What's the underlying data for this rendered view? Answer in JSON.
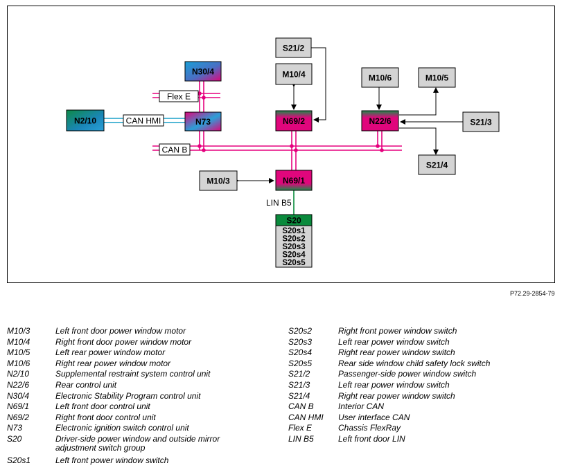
{
  "reference_code": "P72.29-2854-79",
  "colors": {
    "frame": "#000000",
    "module_fill": "#d4d4d4",
    "bus_can_b": "#e5007e",
    "bus_can_hmi": "#1aa0c8",
    "bus_lin": "#0a8a3c",
    "arrow": "#000000"
  },
  "diagram": {
    "boxes": {
      "n30_4": "N30/4",
      "n2_10": "N2/10",
      "n73": "N73",
      "n69_2": "N69/2",
      "n69_1": "N69/1",
      "n22_6": "N22/6",
      "m10_4": "M10/4",
      "m10_3": "M10/3",
      "m10_6": "M10/6",
      "m10_5": "M10/5",
      "s21_2": "S21/2",
      "s21_3": "S21/3",
      "s21_4": "S21/4",
      "s20": "S20",
      "s20_switches": [
        "S20s1",
        "S20s2",
        "S20s3",
        "S20s4",
        "S20s5"
      ]
    },
    "bus_labels": {
      "flex_e": "Flex E",
      "can_hmi": "CAN HMI",
      "can_b": "CAN B",
      "lin_b5": "LIN B5"
    }
  },
  "legend_left": [
    {
      "code": "M10/3",
      "desc": "Left front door power window motor"
    },
    {
      "code": "M10/4",
      "desc": "Right front door power window motor"
    },
    {
      "code": "M10/5",
      "desc": "Left rear power window motor"
    },
    {
      "code": "M10/6",
      "desc": "Right rear power window motor"
    },
    {
      "code": "N2/10",
      "desc": "Supplemental restraint system control unit"
    },
    {
      "code": "N22/6",
      "desc": "Rear control unit"
    },
    {
      "code": "N30/4",
      "desc": "Electronic Stability Program control unit"
    },
    {
      "code": "N69/1",
      "desc": "Left front door control unit"
    },
    {
      "code": "N69/2",
      "desc": "Right front door control unit"
    },
    {
      "code": "N73",
      "desc": "Electronic ignition switch control unit"
    },
    {
      "code": "S20",
      "desc": "Driver-side power window and outside mirror adjustment switch group"
    },
    {
      "code": "S20s1",
      "desc": "Left front power window switch"
    }
  ],
  "legend_right": [
    {
      "code": "S20s2",
      "desc": "Right front power window switch"
    },
    {
      "code": "S20s3",
      "desc": "Left rear power window switch"
    },
    {
      "code": "S20s4",
      "desc": "Right rear power window switch"
    },
    {
      "code": "S20s5",
      "desc": "Rear side window child safety lock switch"
    },
    {
      "code": "S21/2",
      "desc": "Passenger-side power window switch"
    },
    {
      "code": "S21/3",
      "desc": "Left rear power window switch"
    },
    {
      "code": "S21/4",
      "desc": "Right rear power window switch"
    },
    {
      "code": "CAN B",
      "desc": "Interior CAN"
    },
    {
      "code": "CAN HMI",
      "desc": "User interface CAN"
    },
    {
      "code": "Flex E",
      "desc": "Chassis FlexRay"
    },
    {
      "code": "LIN B5",
      "desc": "Left front door LIN"
    }
  ]
}
